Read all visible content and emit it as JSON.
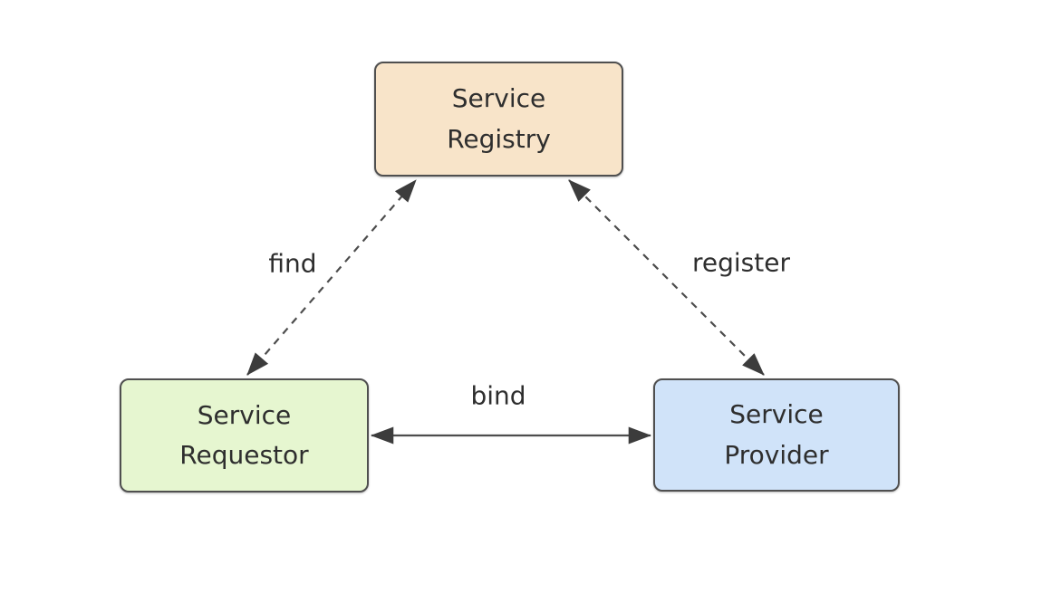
{
  "diagram": {
    "title": "",
    "nodes": {
      "registry": {
        "label": "Service\nRegistry",
        "fill": "#f8e4c9",
        "border": "#4f4f4f"
      },
      "requestor": {
        "label": "Service\nRequestor",
        "fill": "#e6f6d0",
        "border": "#4f4f4f"
      },
      "provider": {
        "label": "Service\nProvider",
        "fill": "#d0e3f9",
        "border": "#4f4f4f"
      }
    },
    "edges": {
      "find": {
        "label": "find",
        "from": "Service Requestor",
        "to": "Service Registry",
        "line_style": "dashed",
        "direction": "bidirectional"
      },
      "register": {
        "label": "register",
        "from": "Service Provider",
        "to": "Service Registry",
        "line_style": "dashed",
        "direction": "bidirectional"
      },
      "bind": {
        "label": "bind",
        "from": "Service Requestor",
        "to": "Service Provider",
        "line_style": "solid",
        "direction": "bidirectional"
      }
    },
    "colors": {
      "background": "#ffffff",
      "line": "#4d4d4d",
      "arrowhead": "#3c3c3c",
      "text": "#2e2e2e"
    }
  }
}
